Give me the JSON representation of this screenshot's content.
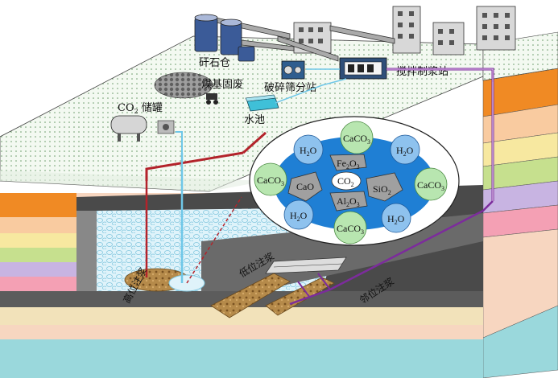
{
  "labels": {
    "gangue_silo": "矸石仓",
    "coal_solid_waste": "煤基固废",
    "crushing_station": "破碎筛分站",
    "water_pool": "水池",
    "mixing_station": "搅拌制浆站",
    "co2_tank": "CO",
    "co2_tank_sub": "2",
    "co2_tank_suffix": " 储罐",
    "high_grout": "高位注浆",
    "low_grout": "低位注浆",
    "bottom_grout": "邻位注浆"
  },
  "molecules": {
    "h2o": "H",
    "h2o_sub": "2",
    "h2o_tail": "O",
    "caco3": "CaCO",
    "caco3_sub": "3",
    "cao": "CaO",
    "co2": "CO",
    "co2_sub": "2",
    "fe2o3_a": "Fe",
    "fe2o3_sub1": "2",
    "fe2o3_b": "O",
    "fe2o3_sub2": "3",
    "al2o3_a": "Al",
    "al2o3_sub1": "2",
    "al2o3_b": "O",
    "al2o3_sub2": "3",
    "sio2": "SiO",
    "sio2_sub": "2"
  },
  "colors": {
    "strata": [
      "#f08a24",
      "#f9cba0",
      "#f7e8a0",
      "#c6e08e",
      "#c8b4e2",
      "#f4a0b4",
      "#f7d6c0",
      "#9ad8dc"
    ],
    "surface": "#f1f8ef",
    "bubble_blue": "#1f7fd4",
    "h2o_fill": "#8ec2ee",
    "caco3_fill": "#b8e6b0",
    "grout_line_red": "#b3232b",
    "grout_line_purple": "#7c2c9c",
    "water_line": "#6fc7e8"
  }
}
